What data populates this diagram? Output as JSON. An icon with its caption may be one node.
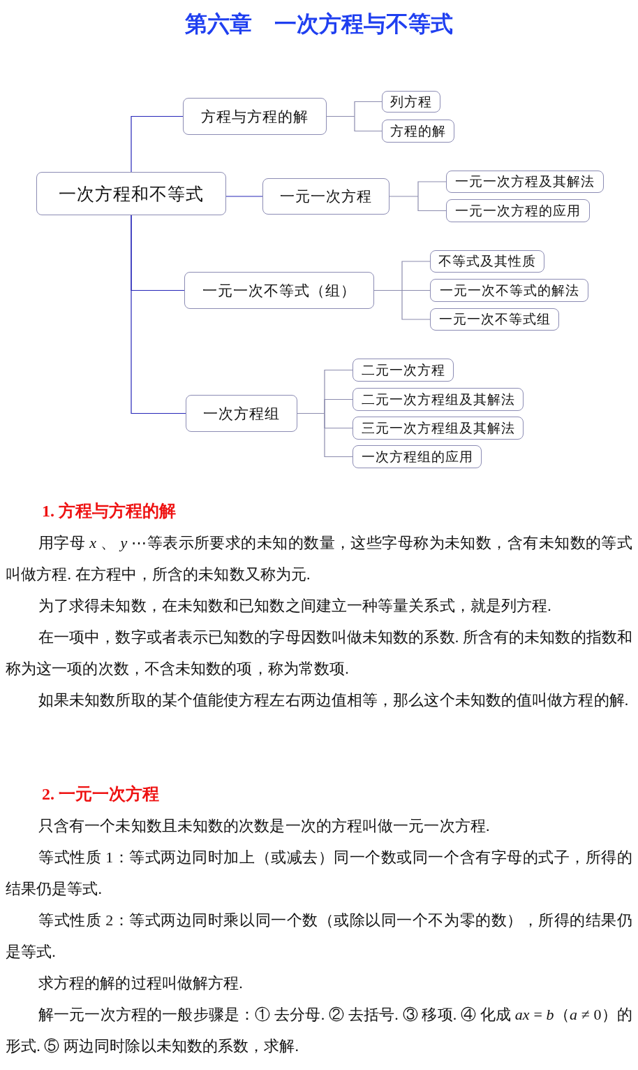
{
  "diagram": {
    "title": "第六章　一次方程与不等式",
    "nodes": [
      {
        "text": [
          "一次方程和不等式"
        ]
      },
      {
        "text": [
          "方程与方程的解"
        ]
      },
      {
        "text": [
          "列方程"
        ]
      },
      {
        "text": [
          "方程的解"
        ]
      },
      {
        "text": [
          "一元一次方程"
        ]
      },
      {
        "text": [
          "一元一次方程及其解法"
        ]
      },
      {
        "text": [
          "一元一次方程的应用"
        ]
      },
      {
        "text": [
          "一元一次不等式（组）"
        ]
      },
      {
        "text": [
          "不等式及其性质"
        ]
      },
      {
        "text": [
          "一元一次不等式的解法"
        ]
      },
      {
        "text": [
          "一元一次不等式组"
        ]
      },
      {
        "text": [
          "一次方程组"
        ]
      },
      {
        "text": [
          "二元一次方程"
        ]
      },
      {
        "text": [
          "二元一次方程组及其解法"
        ]
      },
      {
        "text": [
          "三元一次方程组及其解法"
        ]
      },
      {
        "text": [
          "一次方程组的应用"
        ]
      }
    ],
    "edges": [
      {
        "from": 0,
        "to": 1,
        "arrow": "none",
        "color": "#2626b8"
      },
      {
        "from": 1,
        "to": 2,
        "arrow": "none"
      },
      {
        "from": 1,
        "to": 3,
        "arrow": "none"
      },
      {
        "from": 0,
        "to": 4,
        "arrow": "none",
        "color": "#2626b8"
      },
      {
        "from": 4,
        "to": 5,
        "arrow": "none"
      },
      {
        "from": 4,
        "to": 6,
        "arrow": "none"
      },
      {
        "from": 0,
        "to": 7,
        "arrow": "none",
        "color": "#2626b8"
      },
      {
        "from": 7,
        "to": 8,
        "arrow": "none"
      },
      {
        "from": 7,
        "to": 9,
        "arrow": "none"
      },
      {
        "from": 7,
        "to": 10,
        "arrow": "none"
      },
      {
        "from": 0,
        "to": 11,
        "arrow": "none",
        "color": "#2626b8"
      },
      {
        "from": 11,
        "to": 12,
        "arrow": "none"
      },
      {
        "from": 11,
        "to": 13,
        "arrow": "none"
      },
      {
        "from": 11,
        "to": 14,
        "arrow": "none"
      },
      {
        "from": 11,
        "to": 15,
        "arrow": "none"
      }
    ],
    "labels": [
      "1. 方程与方程的解",
      "用字母 *x* 、 *y* ⋯等表示所要求的未知的数量，这些字母称为未知数，含有未知数的等式叫做方程. 在方程中，所含的未知数又称为元.",
      "为了求得未知数，在未知数和已知数之间建立一种等量关系式，就是列方程.",
      "在一项中，数字或者表示已知数的字母因数叫做未知数的系数. 所含有的未知数的指数和称为这一项的次数，不含未知数的项，称为常数项.",
      "如果未知数所取的某个值能使方程左右两边值相等，那么这个未知数的值叫做方程的解.",
      "2. 一元一次方程",
      "只含有一个未知数且未知数的次数是一次的方程叫做一元一次方程.",
      "等式性质 1：等式两边同时加上（或减去）同一个数或同一个含有字母的式子，所得的结果仍是等式.",
      "等式性质 2：等式两边同时乘以同一个数（或除以同一个不为零的数），所得的结果仍是等式.",
      "求方程的解的过程叫做解方程.",
      "解一元一次方程的一般步骤是：① 去分母. ② 去括号. ③ 移项. ④ 化成 *ax* = *b*（*a* ≠ 0）的形式. ⑤ 两边同时除以未知数的系数，求解."
    ]
  }
}
